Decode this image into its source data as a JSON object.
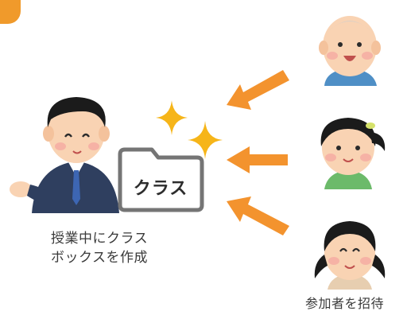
{
  "folder": {
    "label": "クラス"
  },
  "captions": {
    "teacher": [
      "授業中にクラス",
      "ボックスを作成"
    ],
    "invite": "参加者を招待"
  },
  "colors": {
    "accent_orange": "#f3932e",
    "sparkle_gold": "#f6b519",
    "folder_gray": "#757575",
    "suit_navy": "#2f3f5f"
  }
}
